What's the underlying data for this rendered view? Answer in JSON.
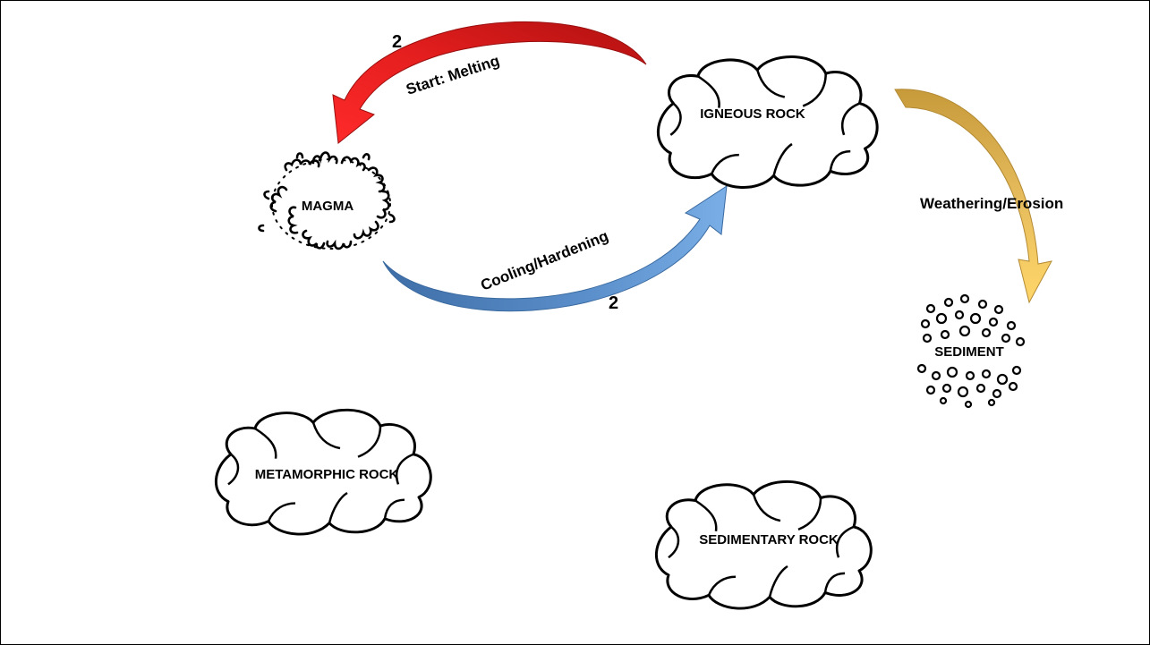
{
  "title": "",
  "nodes": {
    "igneous": "IGNEOUS ROCK",
    "magma": "MAGMA",
    "sediment": "SEDIMENT",
    "metamorphic": "METAMORPHIC ROCK",
    "sedimentary": "SEDIMENTARY ROCK"
  },
  "edges": {
    "melting": {
      "label": "Start: Melting",
      "number": "2",
      "from": "IGNEOUS ROCK",
      "to": "MAGMA",
      "color": "#e8221b"
    },
    "cooling": {
      "label": "Cooling/Hardening",
      "number": "2",
      "from": "MAGMA",
      "to": "IGNEOUS ROCK",
      "color": "#4f86c0"
    },
    "weathering": {
      "label": "Weathering/Erosion",
      "from": "IGNEOUS ROCK",
      "to": "SEDIMENT",
      "color": "#e0b14a"
    }
  }
}
